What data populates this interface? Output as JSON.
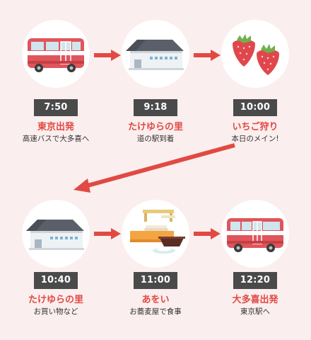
{
  "colors": {
    "background": "#fbeeee",
    "accent_red": "#e04a43",
    "time_badge": "#4a4a4a",
    "circle": "#ffffff"
  },
  "stops": [
    {
      "time": "7:50",
      "place": "東京出発",
      "desc": "高速バスで大多喜へ",
      "icon": "bus-icon"
    },
    {
      "time": "9:18",
      "place": "たけゆらの里",
      "desc": "道の駅到着",
      "icon": "building-icon"
    },
    {
      "time": "10:00",
      "place": "いちご狩り",
      "desc": "本日のメイン!",
      "icon": "strawberry-icon"
    },
    {
      "time": "10:40",
      "place": "たけゆらの里",
      "desc": "お買い物など",
      "icon": "building-icon"
    },
    {
      "time": "11:00",
      "place": "あをい",
      "desc": "お蕎麦屋で食事",
      "icon": "soba-icon"
    },
    {
      "time": "12:20",
      "place": "大多喜出発",
      "desc": "東京駅へ",
      "icon": "bus-icon"
    }
  ]
}
